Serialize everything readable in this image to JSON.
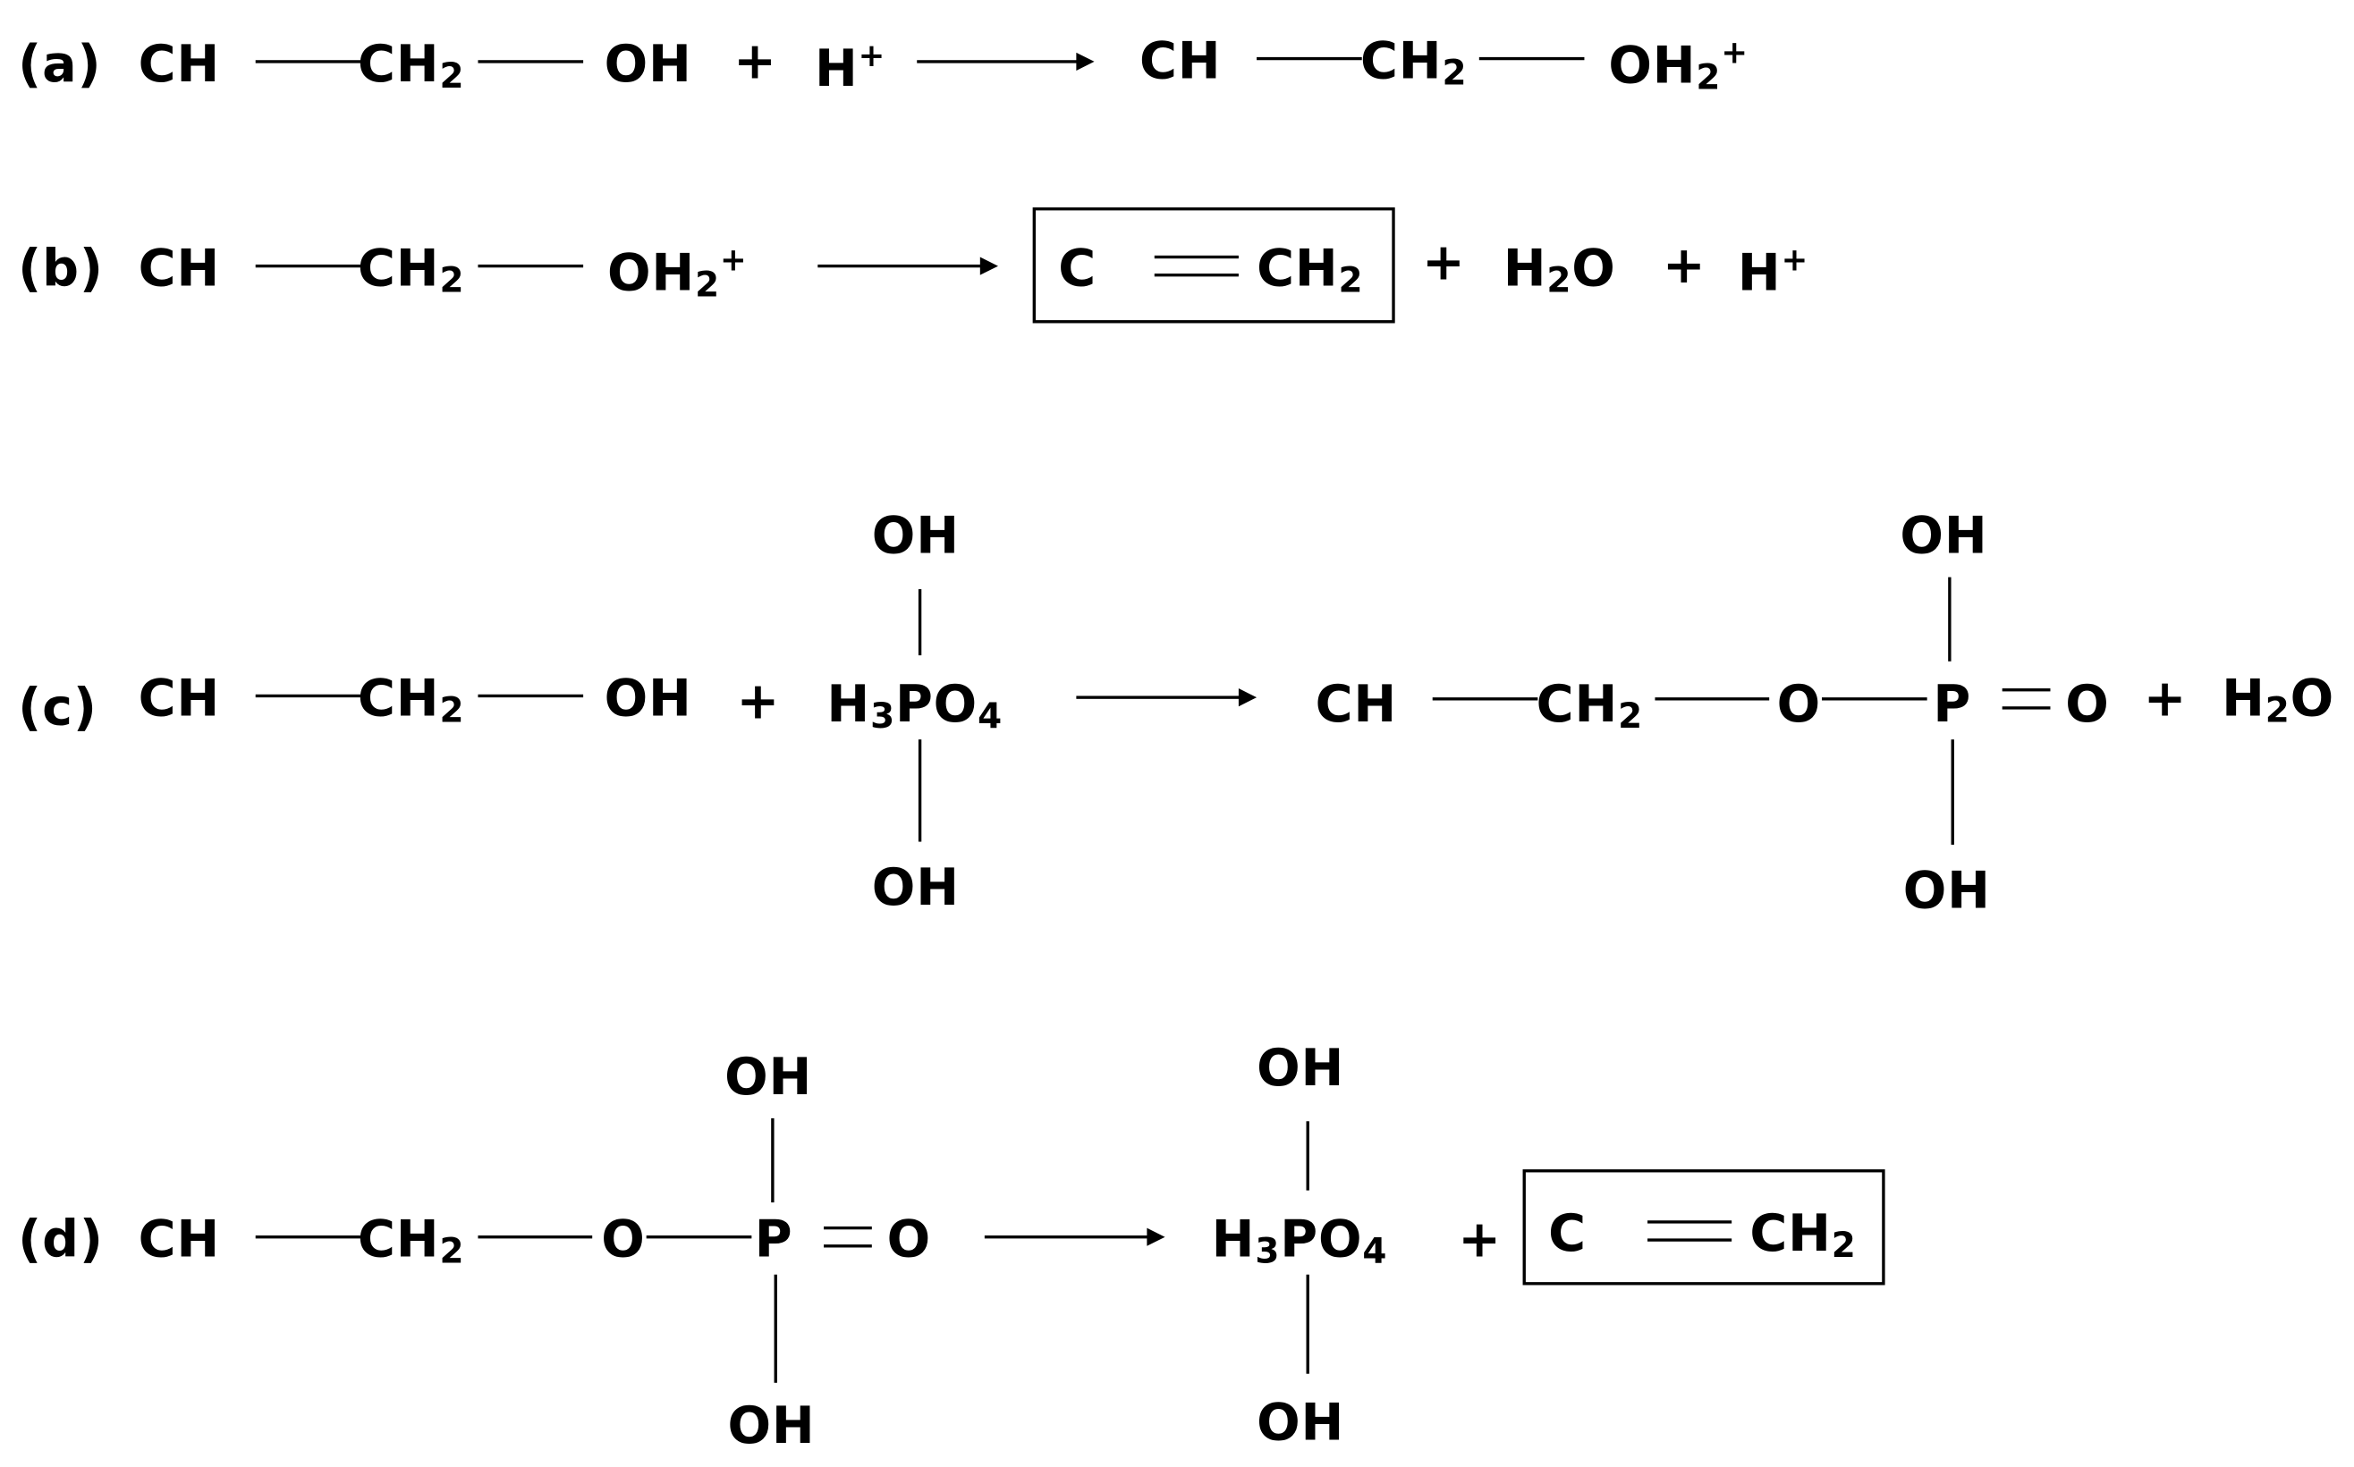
{
  "diagram": {
    "colors": {
      "ink": "#000000",
      "background": "#ffffff"
    },
    "a": {
      "label": "(a)",
      "ch": "CH",
      "ch2": "CH",
      "two": "2",
      "oh": "OH",
      "plus": "+",
      "h": "H",
      "plus_sup": "+",
      "p_ch": "CH",
      "p_ch2": "CH",
      "p_two": "2",
      "p_oh": "OH",
      "p_two2": "2",
      "p_sup": "+"
    },
    "b": {
      "label": "(b)",
      "ch": "CH",
      "ch2": "CH",
      "two": "2",
      "oh": "OH",
      "two2": "2",
      "sup": "+",
      "c": "C",
      "pch": "CH",
      "ptwo": "2",
      "plus1": "+",
      "h2o_h": "H",
      "h2o_two": "2",
      "h2o_o": "O",
      "plus2": "+",
      "h": "H",
      "h_sup": "+"
    },
    "c": {
      "label": "(c)",
      "ch": "CH",
      "ch2": "CH",
      "two": "2",
      "oh": "OH",
      "plus": "+",
      "acid_oh_top": "OH",
      "acid_h": "H",
      "acid_three": "3",
      "acid_po": "PO",
      "acid_four": "4",
      "acid_oh_bottom": "OH",
      "p_ch": "CH",
      "p_ch2": "CH",
      "p_two": "2",
      "p_o": "O",
      "p_p": "P",
      "p_o2": "O",
      "p_oh_top": "OH",
      "p_oh_bottom": "OH",
      "plus2": "+",
      "h2o_h": "H",
      "h2o_two": "2",
      "h2o_o": "O"
    },
    "d": {
      "label": "(d)",
      "ch": "CH",
      "ch2": "CH",
      "two": "2",
      "o": "O",
      "p": "P",
      "o2": "O",
      "oh_top": "OH",
      "oh_bottom": "OH",
      "acid_oh_top": "OH",
      "acid_h": "H",
      "acid_three": "3",
      "acid_po": "PO",
      "acid_four": "4",
      "acid_oh_bottom": "OH",
      "plus": "+",
      "c": "C",
      "pch": "CH",
      "ptwo": "2"
    }
  }
}
